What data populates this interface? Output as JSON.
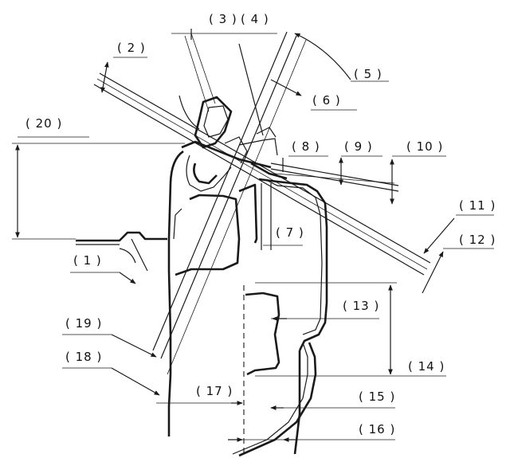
{
  "callouts": [
    {
      "id": "1",
      "text": "( 1 )"
    },
    {
      "id": "2",
      "text": "( 2 )"
    },
    {
      "id": "3",
      "text": "( 3 )"
    },
    {
      "id": "4",
      "text": "( 4 )"
    },
    {
      "id": "5",
      "text": "( 5 )"
    },
    {
      "id": "6",
      "text": "( 6 )"
    },
    {
      "id": "7",
      "text": "( 7 )"
    },
    {
      "id": "8",
      "text": "( 8 )"
    },
    {
      "id": "9",
      "text": "( 9 )"
    },
    {
      "id": "10",
      "text": "( 10 )"
    },
    {
      "id": "11",
      "text": "( 11 )"
    },
    {
      "id": "12",
      "text": "( 12 )"
    },
    {
      "id": "13",
      "text": "( 13 )"
    },
    {
      "id": "14",
      "text": "( 14 )"
    },
    {
      "id": "15",
      "text": "( 15 )"
    },
    {
      "id": "16",
      "text": "( 16 )"
    },
    {
      "id": "17",
      "text": "( 17 )"
    },
    {
      "id": "18",
      "text": "( 18 )"
    },
    {
      "id": "19",
      "text": "( 19 )"
    },
    {
      "id": "20",
      "text": "( 20 )"
    }
  ]
}
